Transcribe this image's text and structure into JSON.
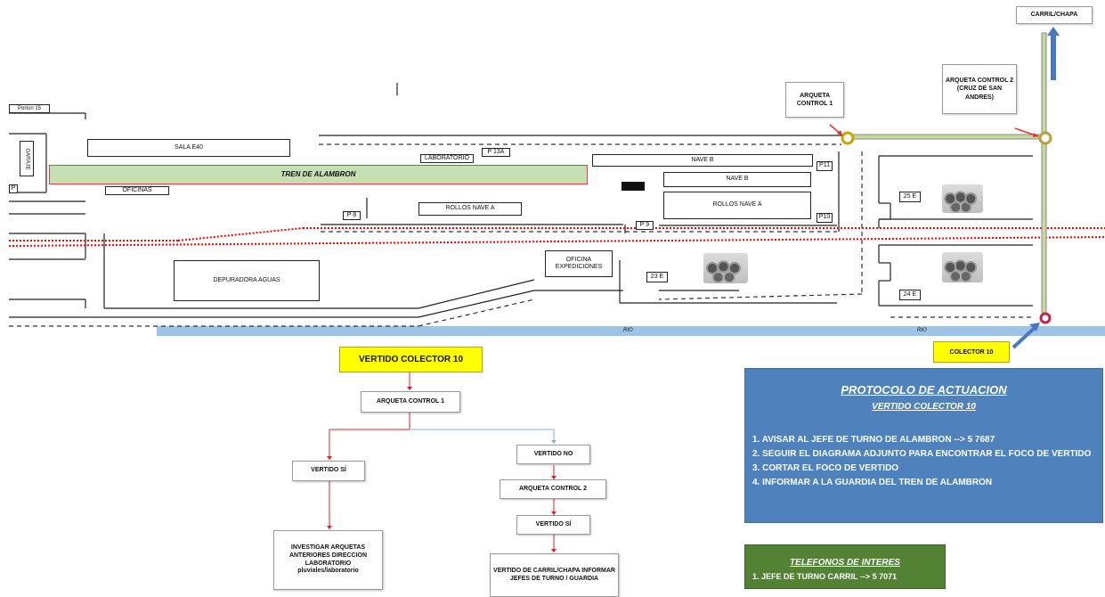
{
  "map": {
    "portones": "Porton 15",
    "garage": "GARAJE",
    "p_small": "P",
    "sala": "SALA E40",
    "tren": "TREN DE ALAMBRON",
    "oficinas": "OFICINAS",
    "laboratorio": "LABORATORIO",
    "p13a": "P 13A",
    "nave_b_1": "NAVE B",
    "nave_b_2": "NAVE B",
    "p11": "P11",
    "rollos_a_1": "ROLLOS NAVE A",
    "rollos_a_2": "ROLLOS NAVE A",
    "p8": "P 8",
    "p9": "P 9",
    "p10": "P10",
    "depuradora": "DEPURADORA AGUAS",
    "oficina_exp": [
      "OFICINA",
      "EXPEDICIONES"
    ],
    "e23": "23 E",
    "e25": "25 E",
    "e24": "24 E",
    "rio_1": "RIO",
    "rio_2": "RIO",
    "carril_chapa": "CARRIL/CHAPA",
    "arqueta1": [
      "ARQUETA",
      "CONTROL 1"
    ],
    "arqueta2": [
      "ARQUETA",
      "CONTROL 2",
      "(CRUZ DE SAN",
      "ANDRES)"
    ],
    "colector": "COLECTOR 10"
  },
  "flowchart": {
    "start": "VERTIDO COLECTOR 10",
    "arqueta1": "ARQUETA CONTROL 1",
    "vertido_si": "VERTIDO SÍ",
    "vertido_no": "VERTIDO NO",
    "arqueta2": "ARQUETA CONTROL 2",
    "vertido_si_2": "VERTIDO SÍ",
    "investigar": [
      "INVESTIGAR ARQUETAS",
      "ANTERIORES DIRECCION",
      "LABORATORIO",
      "pluviales/laboratorio"
    ],
    "carril": [
      "VERTIDO DE CARRIL/CHAPA",
      "INFORMAR JEFES DE TURNO /",
      "GUARDIA"
    ]
  },
  "protocol": {
    "title": "PROTOCOLO DE ACTUACION",
    "subtitle": "VERTIDO COLECTOR 10",
    "steps": [
      "1. AVISAR AL JEFE DE TURNO DE ALAMBRON --> 5 7687",
      "2. SEGUIR EL DIAGRAMA ADJUNTO PARA ENCONTRAR EL FOCO DE VERTIDO",
      "3. CORTAR EL FOCO DE VERTIDO",
      "4. INFORMAR A LA GUARDIA DEL TREN DE ALAMBRON"
    ]
  },
  "phones": {
    "title": "TELEFONOS DE INTERES",
    "line1": "1. JEFE DE TURNO CARRIL --> 5 7071"
  },
  "colors": {
    "river": "#9dc3e6",
    "pipe": "#c5d9a0",
    "tren_fill": "#c6e0b4",
    "tren_border": "#e04040",
    "red_dotted": "#ff0000",
    "arrow_blue": "#4a78c0",
    "protocol_bg": "#4f81bd",
    "phones_bg": "#548235",
    "highlight": "#ffff00"
  }
}
